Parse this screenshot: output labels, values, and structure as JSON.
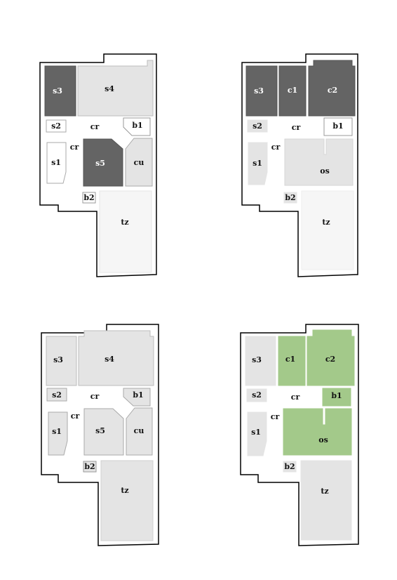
{
  "colors": {
    "dark": "#646464",
    "light": "#e4e4e4",
    "lighter": "#f6f6f6",
    "white": "#ffffff",
    "green": "#a3c98a",
    "outline": "#000000",
    "room_stroke": "#bdbdbd"
  },
  "panels": [
    {
      "id": "top-left",
      "labels": {
        "s3": "s3",
        "s4": "s4",
        "s2": "s2",
        "cr": "cr",
        "b1": "b1",
        "cr2": "cr",
        "s1": "s1",
        "s5": "s5",
        "cu": "cu",
        "b2": "b2",
        "tz": "tz"
      }
    },
    {
      "id": "top-right",
      "labels": {
        "s3": "s3",
        "c1": "c1",
        "c2": "c2",
        "s2": "s2",
        "cr": "cr",
        "b1": "b1",
        "cr2": "cr",
        "s1": "s1",
        "os": "os",
        "b2": "b2",
        "tz": "tz"
      }
    },
    {
      "id": "bottom-left",
      "labels": {
        "s3": "s3",
        "s4": "s4",
        "s2": "s2",
        "cr": "cr",
        "b1": "b1",
        "cr2": "cr",
        "s1": "s1",
        "s5": "s5",
        "cu": "cu",
        "b2": "b2",
        "tz": "tz"
      }
    },
    {
      "id": "bottom-right",
      "labels": {
        "s3": "s3",
        "c1": "c1",
        "c2": "c2",
        "s2": "s2",
        "cr": "cr",
        "b1": "b1",
        "cr2": "cr",
        "s1": "s1",
        "os": "os",
        "b2": "b2",
        "tz": "tz"
      }
    }
  ]
}
